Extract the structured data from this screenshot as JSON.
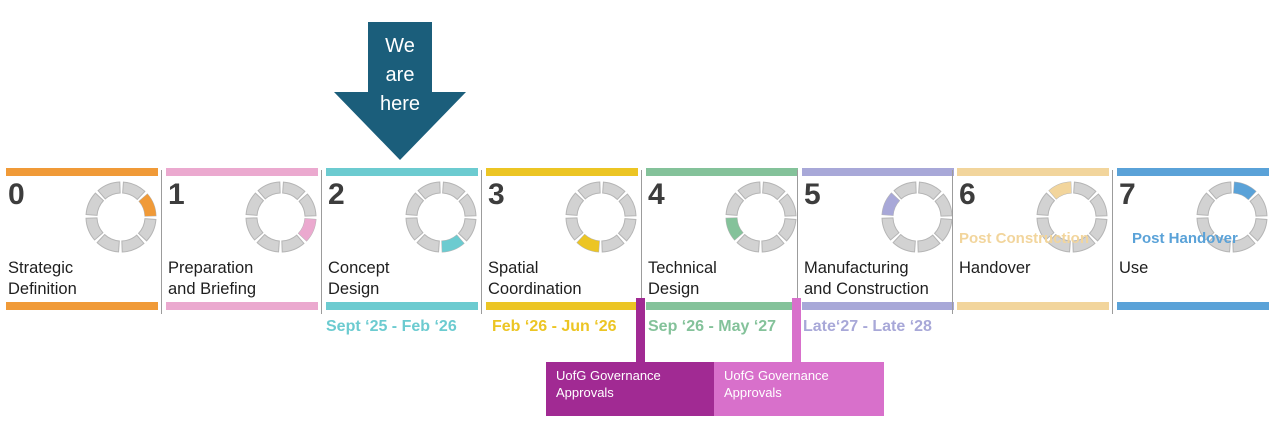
{
  "marker": {
    "lines": [
      "We",
      "are",
      "here"
    ],
    "color": "#1b5e7b"
  },
  "stages": [
    {
      "num": "0",
      "title": [
        "Strategic",
        "Definition"
      ],
      "color": "#f09a38",
      "progress_segment": 2
    },
    {
      "num": "1",
      "title": [
        "Preparation",
        "and Briefing"
      ],
      "color": "#eba9cf",
      "progress_segment": 3
    },
    {
      "num": "2",
      "title": [
        "Concept",
        "Design"
      ],
      "color": "#6ccbd0",
      "progress_segment": 4
    },
    {
      "num": "3",
      "title": [
        "Spatial",
        "Coordination"
      ],
      "color": "#ecc524",
      "progress_segment": 5
    },
    {
      "num": "4",
      "title": [
        "Technical",
        "Design"
      ],
      "color": "#84c29a",
      "progress_segment": 6
    },
    {
      "num": "5",
      "title": [
        "Manufacturing",
        "and Construction"
      ],
      "color": "#a8a8d8",
      "progress_segment": 7
    },
    {
      "num": "6",
      "title": [
        "",
        "Handover"
      ],
      "color": "#f2d59c",
      "progress_segment": 8,
      "overlay": "Post Construction"
    },
    {
      "num": "7",
      "title": [
        "",
        "Use"
      ],
      "color": "#5aa2d8",
      "progress_segment": 1,
      "overlay": "Post Handover"
    }
  ],
  "dates": [
    {
      "text": "Sept ‘25 - Feb ‘26",
      "color": "#6ccbd0"
    },
    {
      "text": "Feb ‘26 - Jun ‘26",
      "color": "#ecc524"
    },
    {
      "text": "Sep ‘26 - May ‘27",
      "color": "#84c29a"
    },
    {
      "text": "Late‘27 - Late ‘28",
      "color": "#a8a8d8"
    }
  ],
  "governance": [
    {
      "lines": [
        "UofG Governance",
        "Approvals"
      ],
      "color": "#a12a93"
    },
    {
      "lines": [
        "UofG Governance",
        "Approvals"
      ],
      "color": "#d870cb"
    }
  ]
}
